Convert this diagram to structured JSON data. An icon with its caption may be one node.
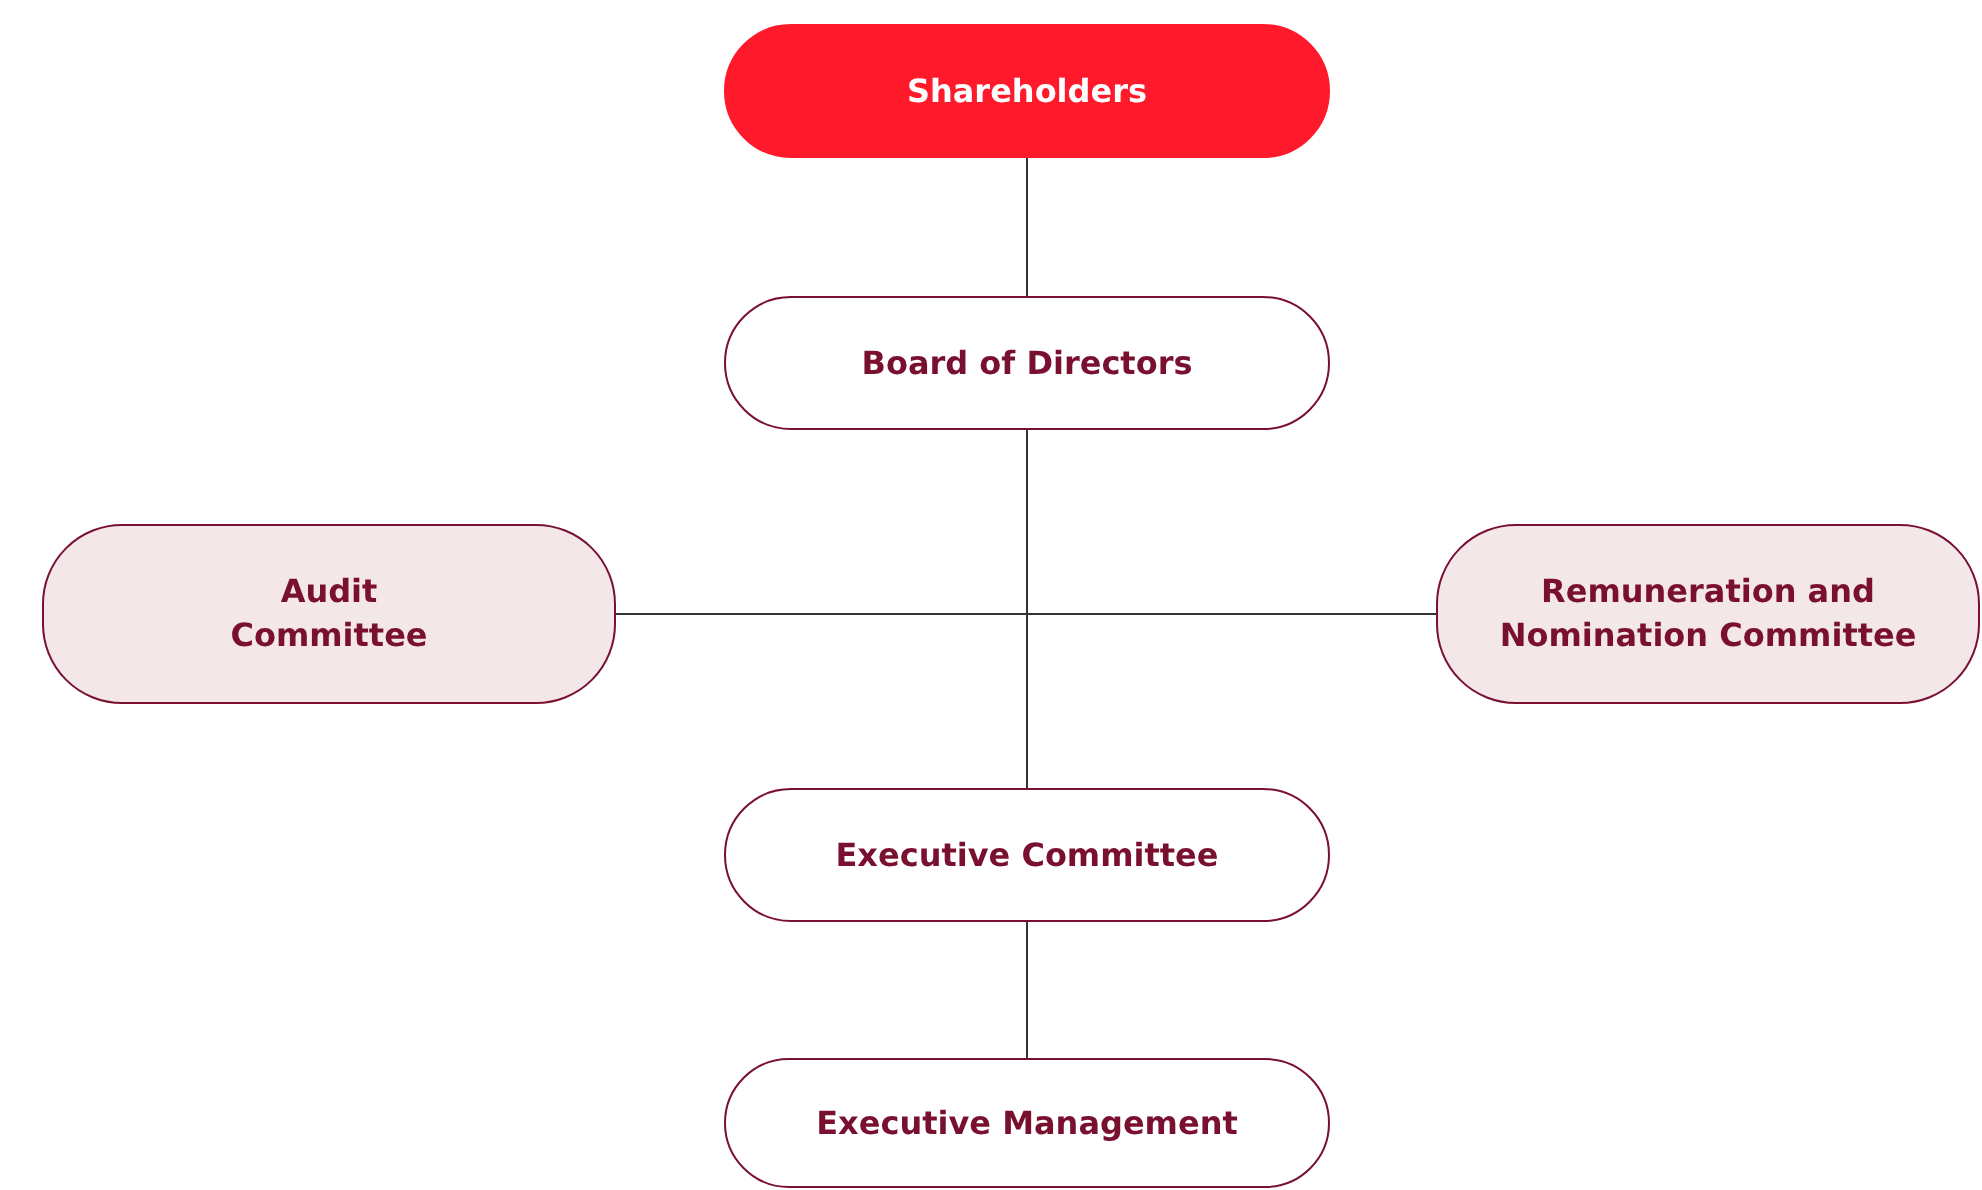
{
  "diagram": {
    "nodes": [
      {
        "text": [
          "Shareholders"
        ]
      },
      {
        "text": [
          "Board of Directors"
        ]
      },
      {
        "text": [
          "Audit Committee"
        ]
      },
      {
        "text": [
          "Remuneration and Nomination Committee"
        ]
      },
      {
        "text": [
          "Executive Committee"
        ]
      },
      {
        "text": [
          "Executive Management"
        ]
      }
    ],
    "edges": [
      {
        "from": 0,
        "to": 1,
        "arrow": "none"
      },
      {
        "from": 1,
        "to": 4,
        "arrow": "none"
      },
      {
        "from": 2,
        "to": 3,
        "arrow": "none"
      },
      {
        "from": 4,
        "to": 5,
        "arrow": "none"
      }
    ]
  }
}
